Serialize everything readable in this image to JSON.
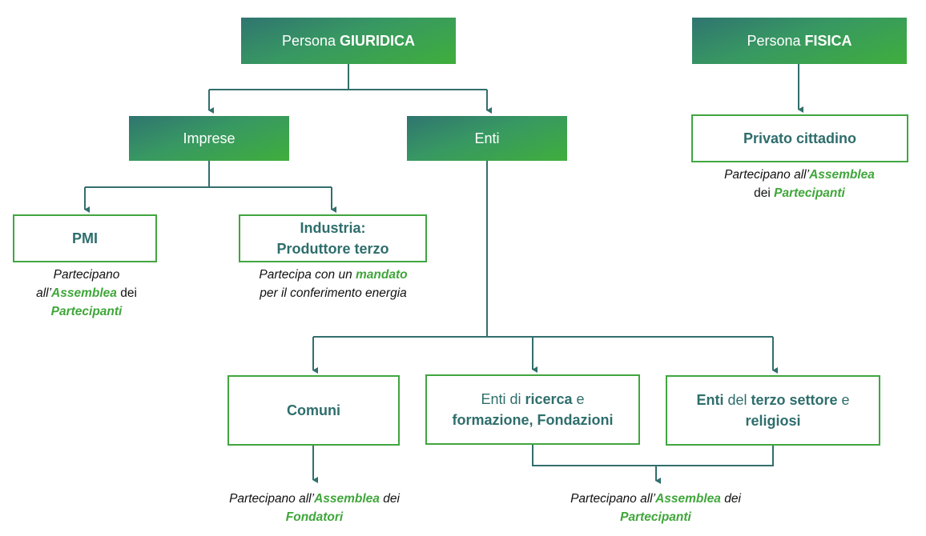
{
  "colors": {
    "connector": "#326f6d",
    "box_border": "#40a63e",
    "box_text": "#2e6e6c",
    "highlight": "#3fa63a",
    "gradient_start": "#2f7570",
    "gradient_end": "#3fae3c"
  },
  "nodes": {
    "giuridica": {
      "prefix": "Persona ",
      "strong": "GIURIDICA"
    },
    "fisica": {
      "prefix": "Persona ",
      "strong": "FISICA"
    },
    "imprese": {
      "label": "Imprese"
    },
    "enti": {
      "label": "Enti"
    },
    "privato": {
      "label": "Privato cittadino"
    },
    "pmi": {
      "label": "PMI"
    },
    "industria": {
      "line1": "Industria:",
      "line2": "Produttore terzo"
    },
    "comuni": {
      "label": "Comuni"
    },
    "ricerca": {
      "p1": "Enti di ",
      "p2": "ricerca",
      "p3": " e",
      "line2": "formazione, Fondazioni"
    },
    "terzo": {
      "p1": "Enti",
      "p2": " del ",
      "p3": "terzo settore",
      "p4": " e",
      "line2": "religiosi"
    }
  },
  "notes": {
    "privato": {
      "a": "Partecipano all’",
      "b": "Assemblea",
      "c": "dei ",
      "d": "Partecipanti"
    },
    "pmi": {
      "a": "Partecipano",
      "b": "all’",
      "c": "Assemblea",
      "d": " dei",
      "e": "Partecipanti"
    },
    "industria": {
      "a": "Partecipa con un ",
      "b": "mandato",
      "c": "per il conferimento energia"
    },
    "comuni": {
      "a": "Partecipano all’",
      "b": "Assemblea",
      "c": " dei",
      "d": "Fondatori"
    },
    "enti_group": {
      "a": "Partecipano all’",
      "b": "Assemblea",
      "c": " dei",
      "d": "Partecipanti"
    }
  }
}
